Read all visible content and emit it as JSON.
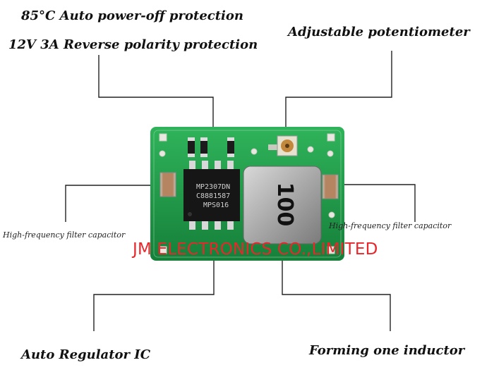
{
  "labels": {
    "top_left_1": "85°C Auto power-off protection",
    "top_left_2": "12V 3A Reverse polarity protection",
    "top_right": "Adjustable potentiometer",
    "mid_left": "High-frequency filter capacitor",
    "mid_right": "High-frequency filter capacitor",
    "bottom_left": "Auto Regulator IC",
    "bottom_right": "Forming one inductor"
  },
  "board": {
    "ic_marking_1": "MP2307DN",
    "ic_marking_2": "C8881587",
    "ic_marking_3": "MPS016",
    "inductor_marking": "100"
  },
  "watermark": "JM ELECTRONICS CO.,LIMITED",
  "colors": {
    "pcb": "#1f9a4a",
    "label_text": "#111111",
    "watermark": "#e8262b",
    "leader_line": "#222222"
  }
}
